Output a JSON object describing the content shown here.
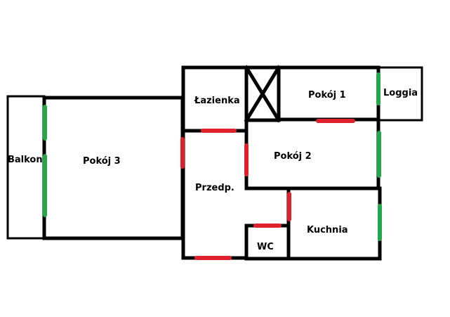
{
  "plan": {
    "colors": {
      "wall": "#000000",
      "door": "#e0202a",
      "window": "#22a84a",
      "background": "#ffffff"
    },
    "legend": {
      "door": "red segments",
      "window": "green segments"
    },
    "rooms": [
      {
        "id": "balkon",
        "label": "Balkon"
      },
      {
        "id": "pokoj3",
        "label": "Pokój 3"
      },
      {
        "id": "lazienka",
        "label": "Łazienka"
      },
      {
        "id": "pokoj1",
        "label": "Pokój 1"
      },
      {
        "id": "loggia",
        "label": "Loggia"
      },
      {
        "id": "pokoj2",
        "label": "Pokój 2"
      },
      {
        "id": "przedp",
        "label": "Przedp."
      },
      {
        "id": "wc",
        "label": "WC"
      },
      {
        "id": "kuchnia",
        "label": "Kuchnia"
      }
    ],
    "shaft": {
      "symbol": "X"
    }
  }
}
